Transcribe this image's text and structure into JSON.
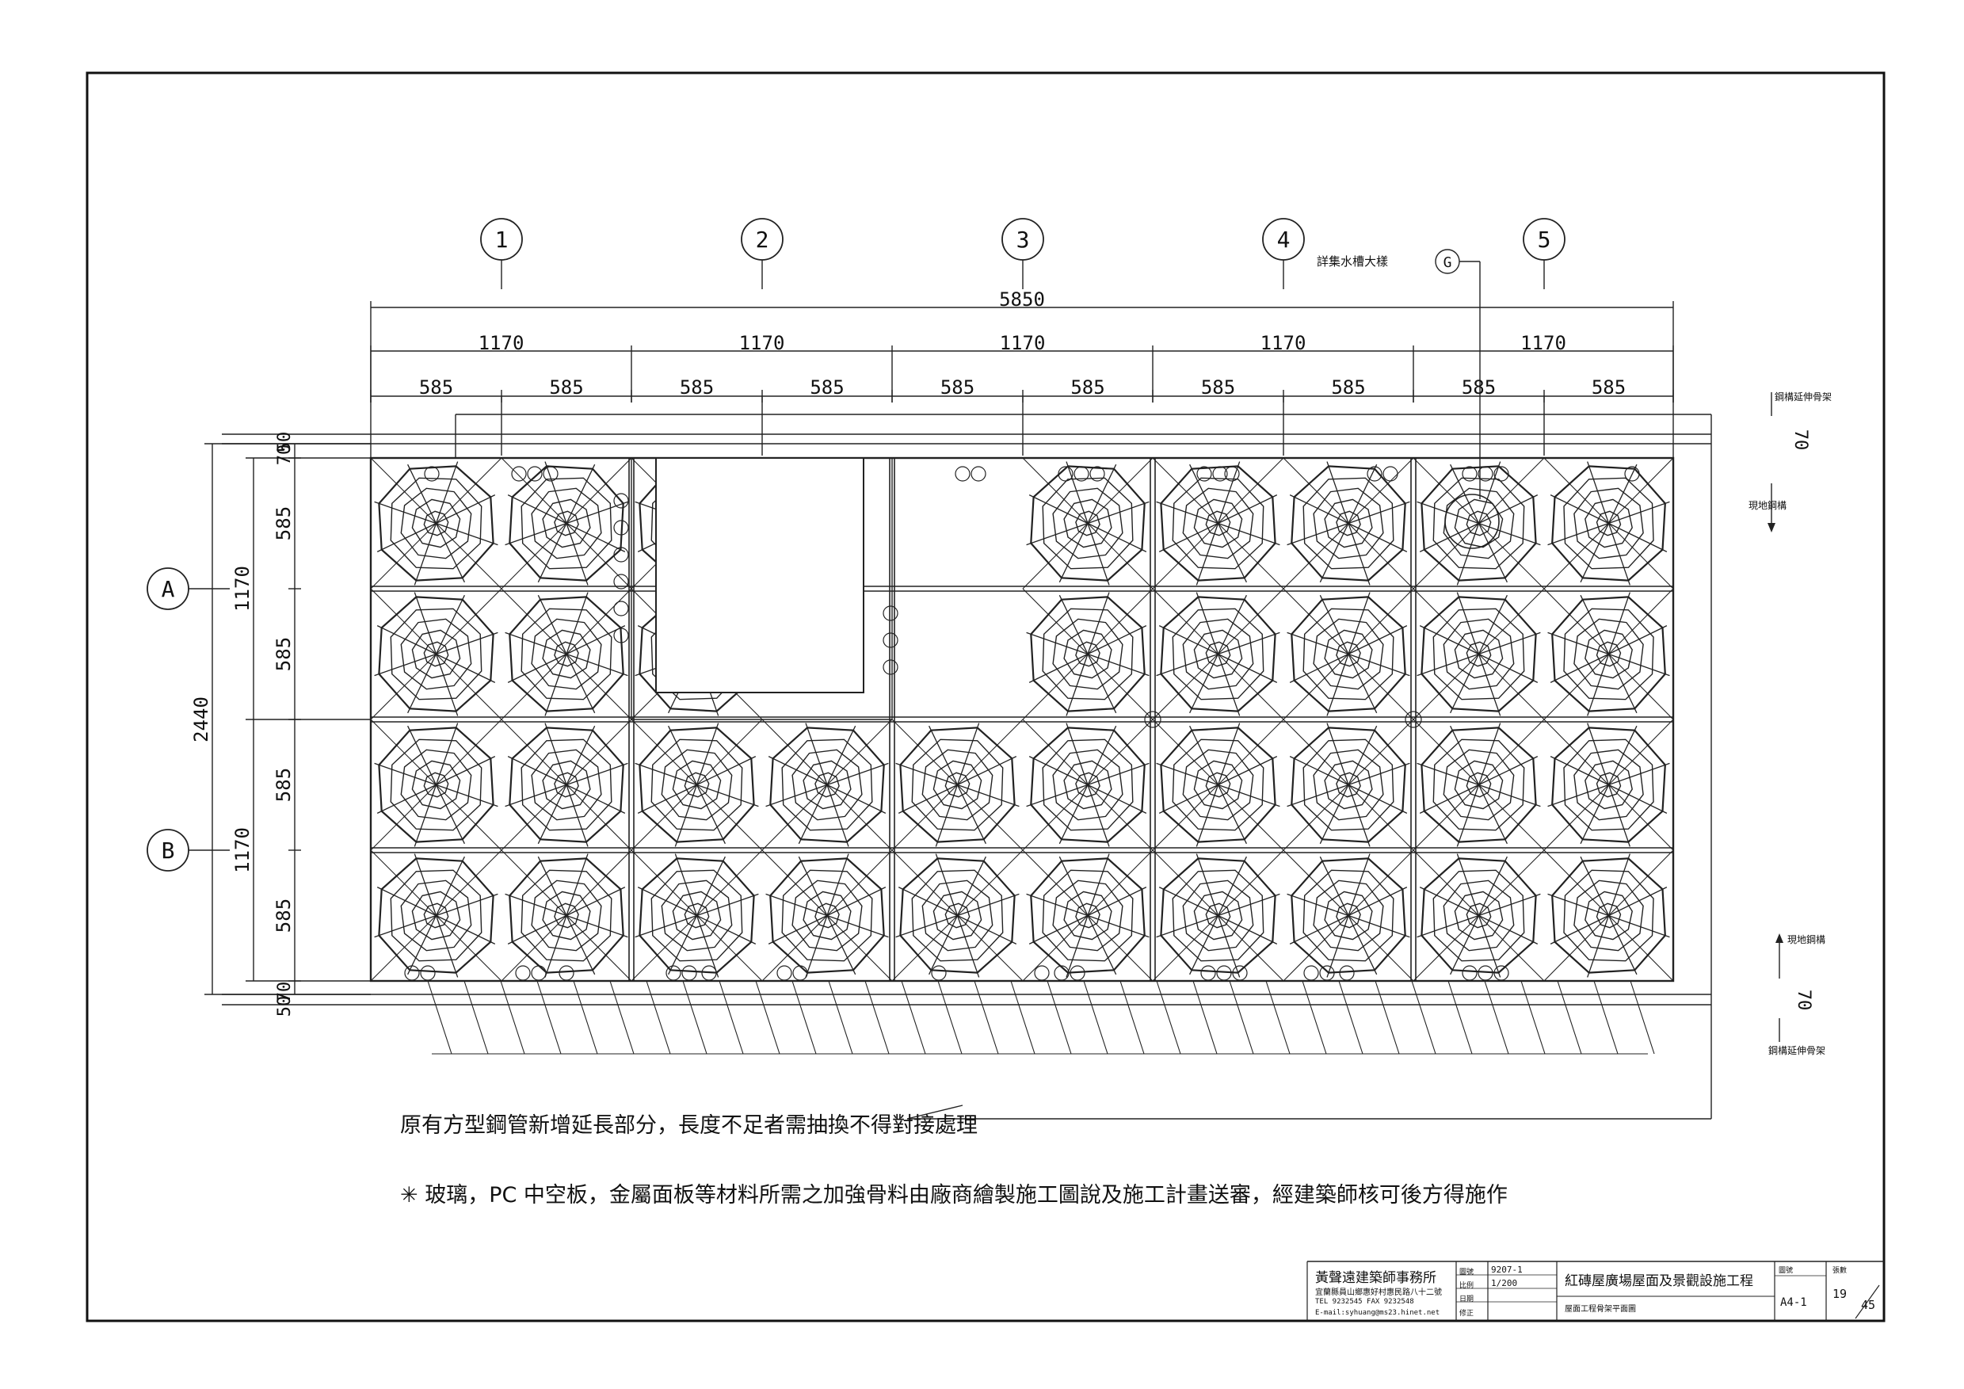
{
  "grid": {
    "columns": [
      "1",
      "2",
      "3",
      "4",
      "5"
    ],
    "rows": [
      "A",
      "B"
    ],
    "gutter_callout_label": "詳集水槽大樣",
    "gutter_callout_mark": "G"
  },
  "dimensions": {
    "total_width": "5850",
    "bay_widths": [
      "1170",
      "1170",
      "1170",
      "1170",
      "1170"
    ],
    "half_bays": [
      "585",
      "585",
      "585",
      "585",
      "585",
      "585",
      "585",
      "585",
      "585",
      "585"
    ],
    "total_depth": "2440",
    "row_depths": [
      "1170",
      "1170"
    ],
    "left_half_depths": [
      "585",
      "585",
      "585",
      "585"
    ],
    "top_small": [
      "50",
      "70"
    ],
    "bottom_small": [
      "70",
      "50"
    ]
  },
  "side_labels": {
    "top_steel_extension": "鋼構延伸骨架",
    "top_offset": "70",
    "top_existing": "現地鋼構",
    "bottom_existing": "現地鋼構",
    "bottom_offset": "70",
    "bottom_steel_extension": "鋼構延伸骨架"
  },
  "notes": {
    "extension_note": "原有方型鋼管新增延長部分，長度不足者需抽換不得對接處理",
    "materials_note": "✳ 玻璃，PC 中空板，金屬面板等材料所需之加強骨料由廠商繪製施工圖說及施工計畫送審，經建築師核可後方得施作"
  },
  "title_block": {
    "firm_name": "黃聲遠建築師事務所",
    "firm_address": "宜蘭縣員山鄉惠好村惠民路八十二號",
    "firm_tel": "TEL 9232545  FAX 9232548",
    "firm_email": "E-mail:syhuang@ms23.hinet.net",
    "labels": [
      "圖號",
      "比例",
      "日期",
      "修正"
    ],
    "drawing_code": "9207-1",
    "scale": "1/200",
    "project_name": "紅磚屋廣場屋面及景觀設施工程",
    "drawing_title": "屋面工程骨架平面圖",
    "sheet_label": "圖號",
    "sheet_number": "A4-1",
    "page_label": "張數",
    "page_current": "19",
    "page_total": "45"
  }
}
